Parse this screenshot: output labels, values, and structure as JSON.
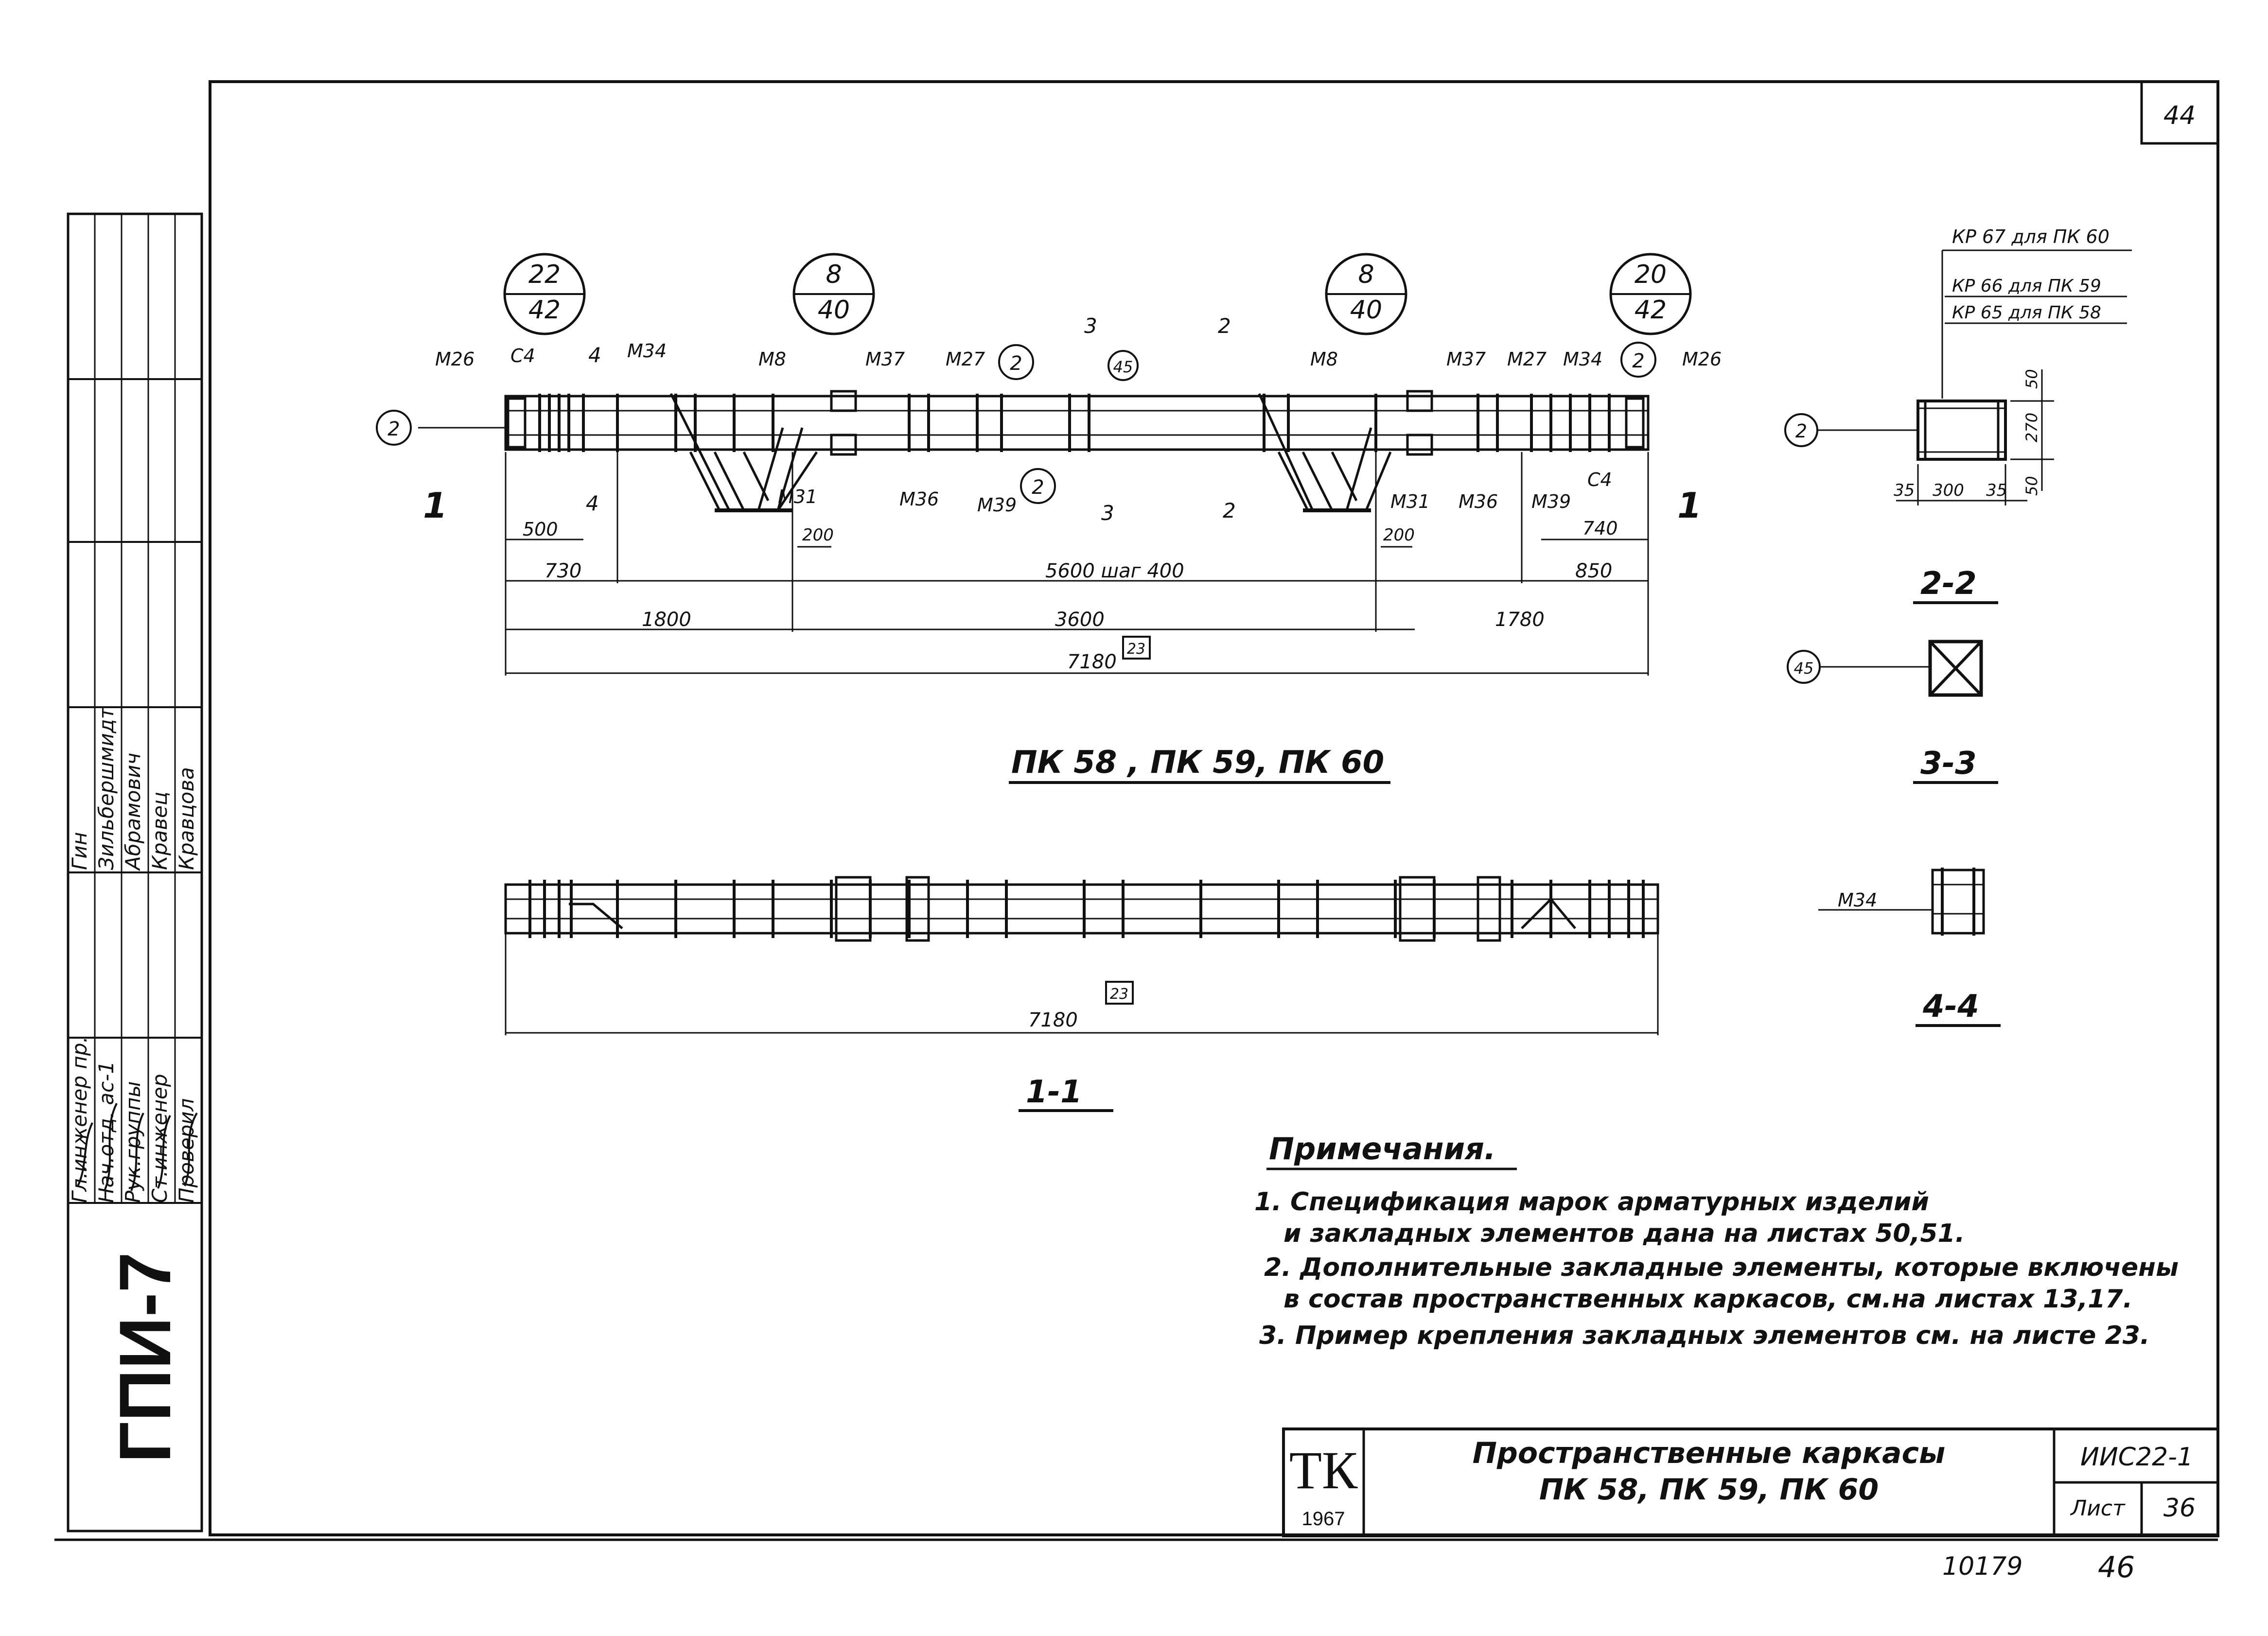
{
  "sheet_number": "44",
  "stamp_side": "ГПИ-7",
  "side_block": {
    "roles": [
      "Гл.инженер пр.",
      "Нач.отд. ас-1",
      "Рук.группы",
      "Ст.инженер",
      "Проверил"
    ],
    "names": [
      "Гин",
      "Зильбершмидт",
      "Абрамович",
      "Кравец",
      "Кравцова"
    ]
  },
  "balloons": [
    {
      "top": "22",
      "bottom": "42"
    },
    {
      "top": "8",
      "bottom": "40"
    },
    {
      "top": "8",
      "bottom": "40"
    },
    {
      "top": "20",
      "bottom": "42"
    }
  ],
  "marks": {
    "m26": "М26",
    "c4": "С4",
    "m34": "М34",
    "m8": "М8",
    "m37": "М37",
    "m27": "М27",
    "m31": "М31",
    "m36": "М36",
    "m39": "М39",
    "circle2": "2",
    "circle45": "45",
    "sec4": "4",
    "sec3": "3",
    "sec2": "2",
    "sec1": "1"
  },
  "dimensions": {
    "d500": "500",
    "d200": "200",
    "d740": "740",
    "d730": "730",
    "d5600": "5600 шаг 400",
    "d850": "850",
    "d1800": "1800",
    "d3600": "3600",
    "d1780": "1780",
    "d7180": "7180",
    "d23": "23"
  },
  "titles": {
    "main": "ПК 58 ,  ПК 59, ПК 60",
    "section11": "1-1",
    "section22": "2-2",
    "section33": "3-3",
    "section44": "4-4"
  },
  "section22_dims": {
    "d50a": "50",
    "d270": "270",
    "d50b": "50",
    "d35a": "35",
    "d300": "300",
    "d35b": "35"
  },
  "kr_labels": [
    "КР 67 для ПК 60",
    "КР 66  для ПК 59",
    "КР 65  для ПК 58"
  ],
  "notes": {
    "title": "Примечания.",
    "items": [
      "1. Спецификация марок арматурных изделий",
      "и закладных элементов дана на листах 50,51.",
      "2. Дополнительные закладные элементы, которые включены",
      "в состав пространственных каркасов, см.на листах 13,17.",
      "3. Пример крепления закладных элементов см. на листе 23."
    ]
  },
  "title_block": {
    "logo": "ТК",
    "year": "1967",
    "name_line1": "Пространственные  каркасы",
    "name_line2": "ПК 58, ПК 59, ПК 60",
    "series": "ИИС22-1",
    "sheet_label": "Лист",
    "sheet_value": "36"
  },
  "footer": {
    "number": "10179",
    "page": "46"
  }
}
